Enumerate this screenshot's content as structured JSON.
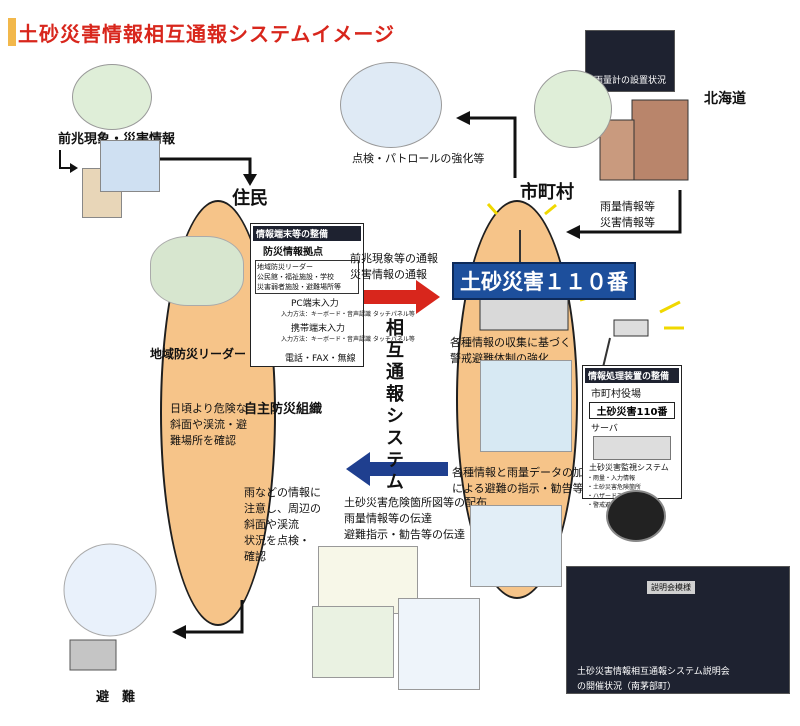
{
  "title": "土砂災害情報相互通報システムイメージ",
  "nodes": {
    "precursor": "前兆現象・災害情報",
    "residents": "住民",
    "municipality": "市町村",
    "hokkaido": "北海道",
    "rain_gauge": "雨量計の設置状況",
    "patrol": "点検・パトロールの強化等",
    "rain_info": [
      "雨量情報等",
      "災害情報等"
    ],
    "terminals_title": "情報端末等の整備",
    "disaster_point": "防災情報拠点",
    "terminal_items": [
      "地域防災リーダー",
      "公民館・福祉施設・学校",
      "災害弱者施設・避難場所等"
    ],
    "pc_input": "PC端末入力",
    "pc_note": "入力方法：キーボード・音声認識 タッチパネル等",
    "mobile_input": "携帯端末入力",
    "mobile_note": "入力方法：キーボード・音声認識 タッチパネル等",
    "phone": "電話・FAX・無線",
    "local_leader": "地域防災リーダー",
    "self_defense": "自主防災組織",
    "daily_check": [
      "日頃より危険な",
      "斜面や渓流・避",
      "難場所を確認"
    ],
    "rain_attention": [
      "雨などの情報に",
      "注意し、周辺の",
      "斜面や渓流",
      "状況を点検・",
      "確認"
    ],
    "evacuation": "避　難",
    "center_banner": "土砂災害１１０番",
    "arrow_right_text": [
      "前兆現象等の通報",
      "災害情報の通報"
    ],
    "collect_text": [
      "各種情報の収集に基づく",
      "警戒避難体制の強化"
    ],
    "vertical_label": "相互通報システム",
    "process_text": [
      "各種情報と雨量データの加工",
      "による避難の指示・勧告等"
    ],
    "arrow_left_text": [
      "土砂災害危険箇所図等の配布",
      "雨量情報等の伝達",
      "避難指示・勧告等の伝達"
    ],
    "processing_title": "情報処理装置の整備",
    "processing_office": "市町村役場",
    "processing_banner": "土砂災害110番",
    "server": "サーバ",
    "monitoring": "土砂災害監視システム",
    "monitoring_notes": [
      "・雨量・入力情報",
      "・土砂災害危険箇所",
      "・ハザードマップ",
      "・警戒避難体制の整備"
    ],
    "briefing_caption": [
      "土砂災害情報相互通報システム説明会",
      "の開催状況（南茅部町）"
    ],
    "briefing_small": "説明会模様"
  },
  "colors": {
    "title_red": "#d8261c",
    "arrow_red": "#d8261c",
    "arrow_blue": "#1f3f8f",
    "oval_fill": "#f6c489",
    "banner_blue": "#1d4f9c"
  }
}
